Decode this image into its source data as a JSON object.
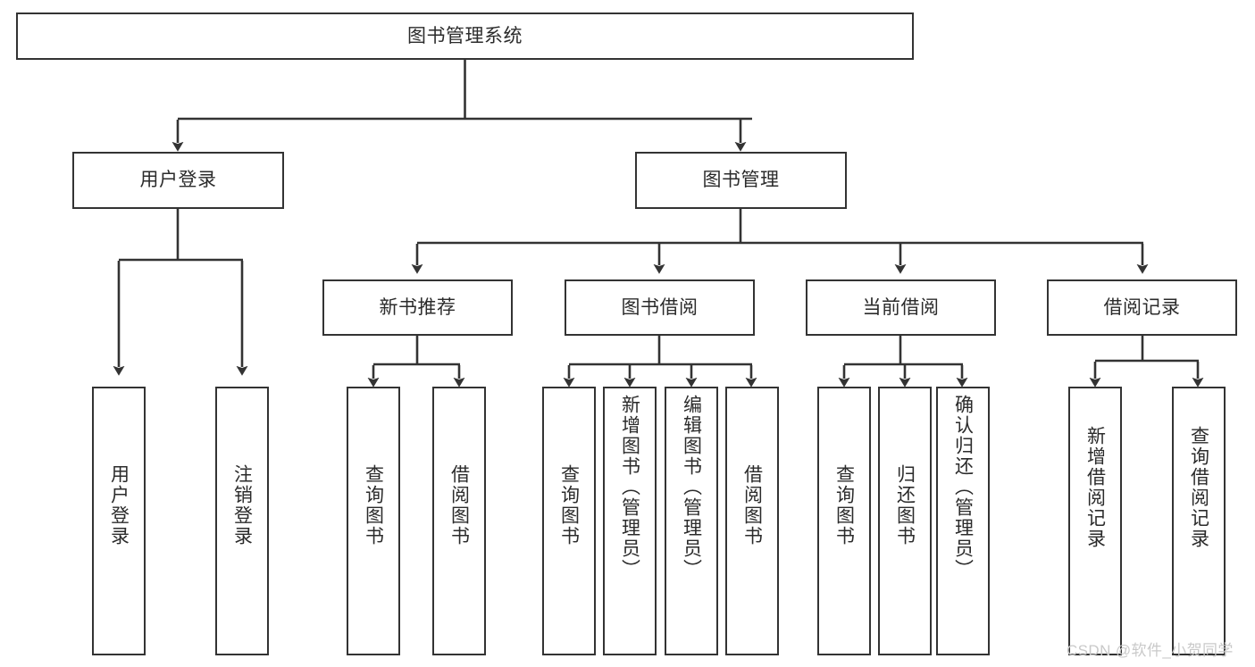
{
  "diagram": {
    "type": "tree-hierarchy-diagram",
    "title": "图书管理系统",
    "background_color": "#ffffff",
    "box_border_color": "#333333",
    "connector_color": "#333333",
    "text_color": "#2b2b2b",
    "levels": 4
  },
  "nodes": {
    "root": {
      "label": "图书管理系统",
      "level": 1
    },
    "level2": [
      {
        "id": "user-login",
        "label": "用户登录"
      },
      {
        "id": "book-manage",
        "label": "图书管理"
      }
    ],
    "level3": [
      {
        "id": "new-book-recommend",
        "label": "新书推荐",
        "parent": "book-manage"
      },
      {
        "id": "book-borrow",
        "label": "图书借阅",
        "parent": "book-manage"
      },
      {
        "id": "current-borrow",
        "label": "当前借阅",
        "parent": "book-manage"
      },
      {
        "id": "borrow-record",
        "label": "借阅记录",
        "parent": "book-manage"
      }
    ],
    "leaves": [
      {
        "id": "leaf-user-login",
        "label": "用户登录",
        "parent": "user-login"
      },
      {
        "id": "leaf-logout-login",
        "label": "注销登录",
        "parent": "user-login"
      },
      {
        "id": "leaf-query-book-1",
        "label": "查询图书",
        "parent": "new-book-recommend"
      },
      {
        "id": "leaf-borrow-book-1",
        "label": "借阅图书",
        "parent": "new-book-recommend"
      },
      {
        "id": "leaf-query-book-2",
        "label": "查询图书",
        "parent": "book-borrow"
      },
      {
        "id": "leaf-add-book",
        "label": "新增图书（管理员）",
        "parent": "book-borrow"
      },
      {
        "id": "leaf-edit-book",
        "label": "编辑图书（管理员）",
        "parent": "book-borrow"
      },
      {
        "id": "leaf-borrow-book-2",
        "label": "借阅图书",
        "parent": "book-borrow"
      },
      {
        "id": "leaf-query-book-3",
        "label": "查询图书",
        "parent": "current-borrow"
      },
      {
        "id": "leaf-return-book",
        "label": "归还图书",
        "parent": "current-borrow"
      },
      {
        "id": "leaf-confirm-return",
        "label": "确认归还（管理员）",
        "parent": "current-borrow"
      },
      {
        "id": "leaf-add-record",
        "label": "新增借阅记录",
        "parent": "borrow-record"
      },
      {
        "id": "leaf-query-record",
        "label": "查询借阅记录",
        "parent": "borrow-record"
      }
    ]
  },
  "watermark": {
    "text": "CSDN @软件_小贺同学"
  }
}
